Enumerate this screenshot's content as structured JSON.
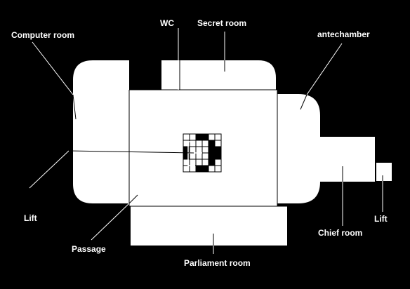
{
  "colors": {
    "background": "#000000",
    "room_fill": "#ffffff",
    "text": "#ffffff",
    "leader_on_dark": "#ffffff",
    "leader_on_light": "#000000"
  },
  "labels": {
    "wc": "WC",
    "secret_room": "Secret room",
    "computer_room": "Computer room",
    "antechamber": "antechamber",
    "lift_left": "Lift",
    "passage": "Passage",
    "parliament_room": "Parliament room",
    "chief_room": "Chief room",
    "lift_right": "Lift"
  }
}
